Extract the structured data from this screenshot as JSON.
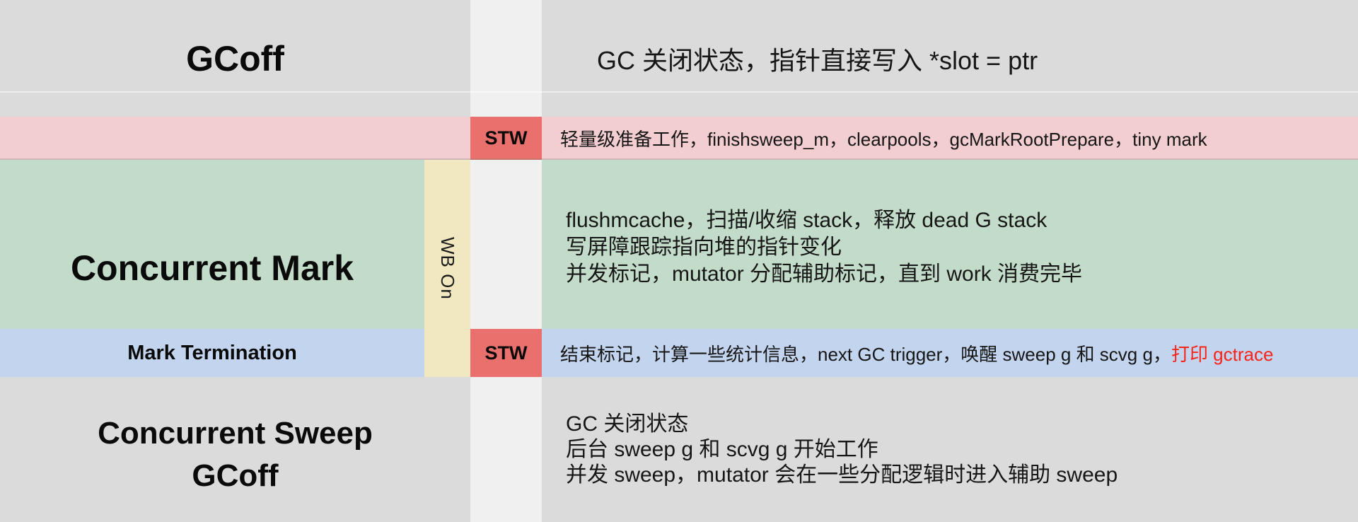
{
  "colors": {
    "gray": "#dbdbdb",
    "gutter": "#f0f0f0",
    "pink": "#f2ced1",
    "stw_red": "#e9706d",
    "green": "#c3dcc9",
    "yellow": "#f1e7c1",
    "blue": "#c3d4ee",
    "red_text": "#f8241a"
  },
  "rows": {
    "gcoff": {
      "title": "GCoff",
      "desc": "GC 关闭状态，指针直接写入 *slot = ptr"
    },
    "sweep_termination": {
      "stw": "STW",
      "desc": "轻量级准备工作，finishsweep_m，clearpools，gcMarkRootPrepare，tiny mark"
    },
    "concurrent_mark": {
      "title": "Concurrent Mark",
      "wb": "WB On",
      "lines": [
        "flushmcache，扫描/收缩 stack，释放 dead G stack",
        "写屏障跟踪指向堆的指针变化",
        "并发标记，mutator 分配辅助标记，直到 work 消费完毕"
      ]
    },
    "mark_termination": {
      "title": "Mark Termination",
      "stw": "STW",
      "desc_black": "结束标记，计算一些统计信息，next GC trigger，唤醒 sweep g 和 scvg g，",
      "desc_red": "打印 gctrace"
    },
    "concurrent_sweep": {
      "title_line1": "Concurrent Sweep",
      "title_line2": "GCoff",
      "lines": [
        "GC 关闭状态",
        "后台 sweep g 和 scvg g 开始工作",
        "并发 sweep，mutator 会在一些分配逻辑时进入辅助 sweep"
      ]
    }
  }
}
